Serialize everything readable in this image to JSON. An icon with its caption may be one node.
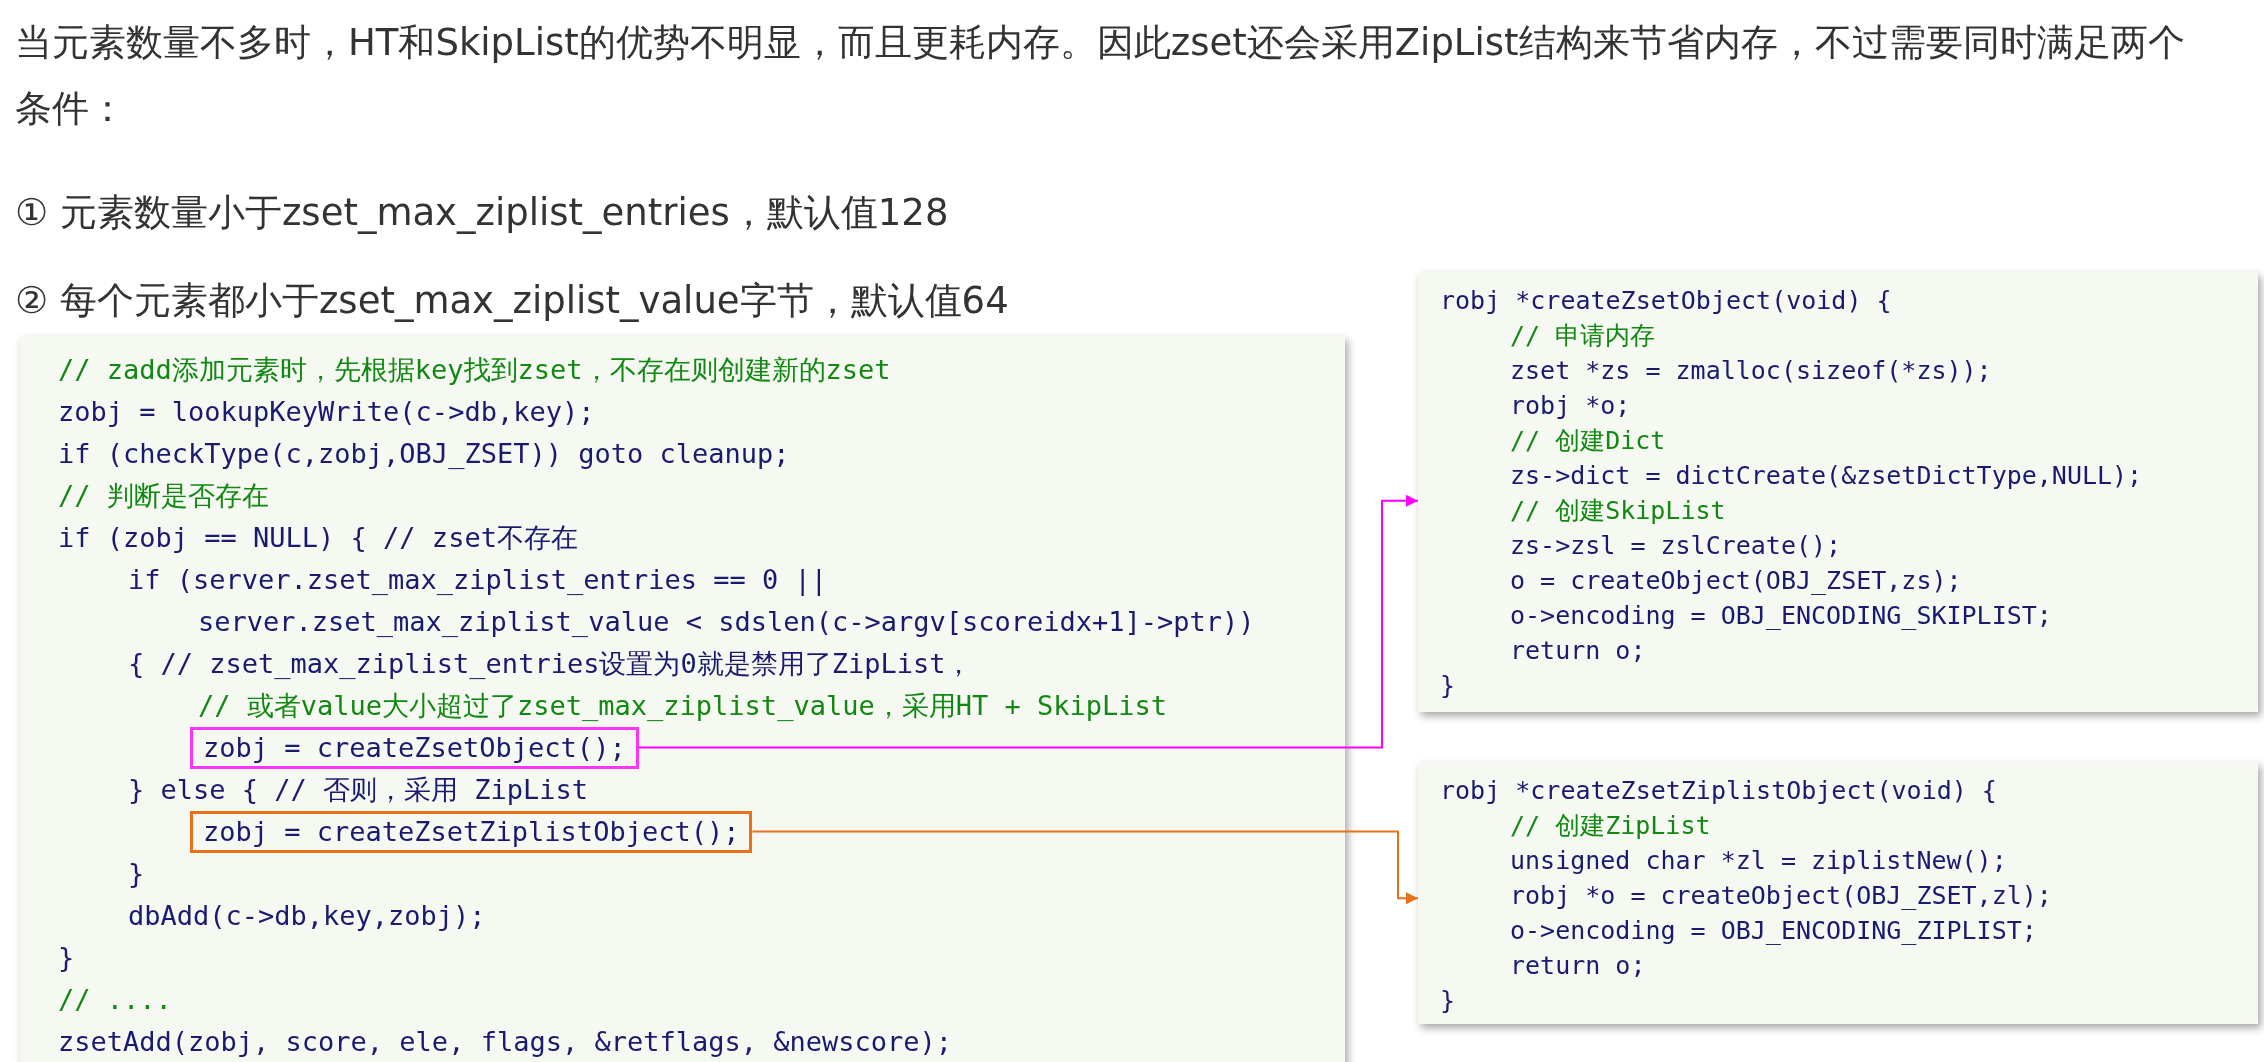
{
  "diagram": {
    "nodes": [
      {
        "text": [
          "// zadd添加元素时，先根据key找到zset，不存在则创建新的zset",
          "zobj = lookupKeyWrite(c->db,key);",
          "if (checkType(c,zobj,OBJ_ZSET)) goto cleanup;",
          "// 判断是否存在",
          "if (zobj == NULL) { // zset不存在",
          "if (server.zset_max_ziplist_entries == 0 ||",
          "server.zset_max_ziplist_value < sdslen(c->argv[scoreidx+1]->ptr))",
          "{ // zset_max_ziplist_entries设置为0就是禁用了ZipList，",
          "// 或者value大小超过了zset_max_ziplist_value，采用HT + SkipList",
          "} else { // 否则，采用 ZipList",
          "}",
          "dbAdd(c->db,key,zobj);",
          "}",
          "// ....",
          "zsetAdd(zobj, score, ele, flags, &retflags, &newscore);"
        ]
      },
      {
        "text": [
          "zobj = createZsetObject();"
        ],
        "in": 0
      },
      {
        "text": [
          "zobj = createZsetZiplistObject();"
        ],
        "in": 0
      },
      {
        "text": [
          "robj *createZsetObject(void) {",
          "// 申请内存",
          "zset *zs = zmalloc(sizeof(*zs));",
          "robj *o;",
          "// 创建Dict",
          "zs->dict = dictCreate(&zsetDictType,NULL);",
          "// 创建SkipList",
          "zs->zsl = zslCreate();",
          "o = createObject(OBJ_ZSET,zs);",
          "o->encoding = OBJ_ENCODING_SKIPLIST;",
          "return o;",
          "}"
        ]
      },
      {
        "text": [
          "robj *createZsetZiplistObject(void) {",
          "// 创建ZipList",
          "unsigned char *zl = ziplistNew();",
          "robj *o = createObject(OBJ_ZSET,zl);",
          "o->encoding = OBJ_ENCODING_ZIPLIST;",
          "return o;",
          "}"
        ]
      }
    ],
    "edges": [
      {
        "from": 1,
        "to": 3,
        "arrow": "to",
        "color": "#ff00ff"
      },
      {
        "from": 2,
        "to": 4,
        "arrow": "to",
        "color": "#e8711a"
      }
    ],
    "labels": [
      "当元素数量不多时，HT和SkipList的优势不明显，而且更耗内存。因此zset还会采用ZipList结构来节省内存，不过需要同时满足两个条件：",
      "①  元素数量小于zset_max_ziplist_entries，默认值128",
      "②  每个元素都小于zset_max_ziplist_value字节，默认值64"
    ]
  }
}
